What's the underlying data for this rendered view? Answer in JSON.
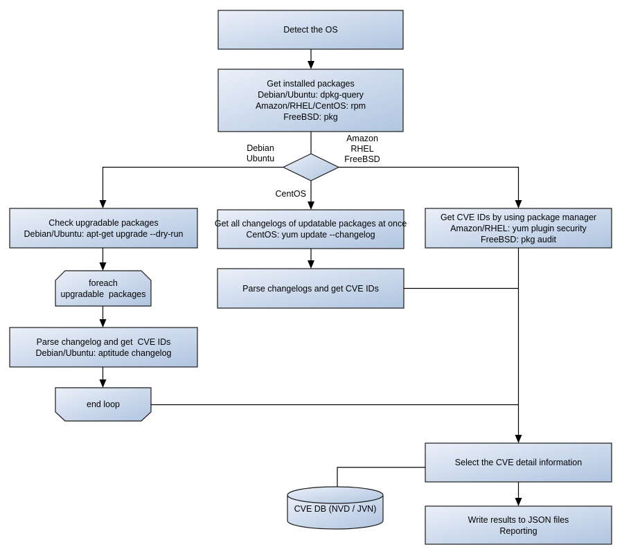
{
  "diagram": {
    "type": "flowchart",
    "description": "OS package CVE scan flow"
  },
  "nodes": {
    "detect_os": {
      "lines": [
        "Detect the OS"
      ]
    },
    "get_installed_packages": {
      "lines": [
        "Get installed packages",
        "Debian/Ubuntu: dpkg-query",
        "Amazon/RHEL/CentOS: rpm",
        "FreeBSD: pkg"
      ]
    },
    "check_upgradable": {
      "lines": [
        "Check upgradable packages",
        "Debian/Ubuntu: apt-get upgrade --dry-run"
      ]
    },
    "foreach_loop": {
      "lines": [
        "foreach",
        "upgradable  packages"
      ]
    },
    "parse_changelog": {
      "lines": [
        "Parse changelog and get  CVE IDs",
        "Debian/Ubuntu: aptitude changelog"
      ]
    },
    "end_loop": {
      "lines": [
        "end loop"
      ]
    },
    "get_all_changelogs": {
      "lines": [
        "Get all changelogs of updatable packages at once",
        "CentOS: yum update --changelog"
      ]
    },
    "parse_changelogs": {
      "lines": [
        "Parse changelogs and get CVE IDs"
      ]
    },
    "get_cve_ids_pkg_mgr": {
      "lines": [
        "Get CVE IDs by using package manager",
        "Amazon/RHEL: yum plugin security",
        "FreeBSD: pkg audit"
      ]
    },
    "select_cve_detail": {
      "lines": [
        "Select the CVE detail information"
      ]
    },
    "cve_db": {
      "lines": [
        "CVE DB (NVD / JVN)"
      ]
    },
    "write_results": {
      "lines": [
        "Write results to JSON files",
        "Reporting"
      ]
    }
  },
  "edge_labels": {
    "debian_ubuntu": {
      "lines": [
        "Debian",
        "Ubuntu"
      ]
    },
    "amazon_rhel_freebsd": {
      "lines": [
        "Amazon",
        "RHEL",
        "FreeBSD"
      ]
    },
    "centos": {
      "lines": [
        "CentOS"
      ]
    }
  },
  "colors": {
    "shape_gradient_start": "#ebf0f9",
    "shape_gradient_end": "#b0c5e0",
    "shape_border": "#1a1a1a",
    "connector": "#000000",
    "text": "#000000",
    "background": "#ffffff"
  }
}
